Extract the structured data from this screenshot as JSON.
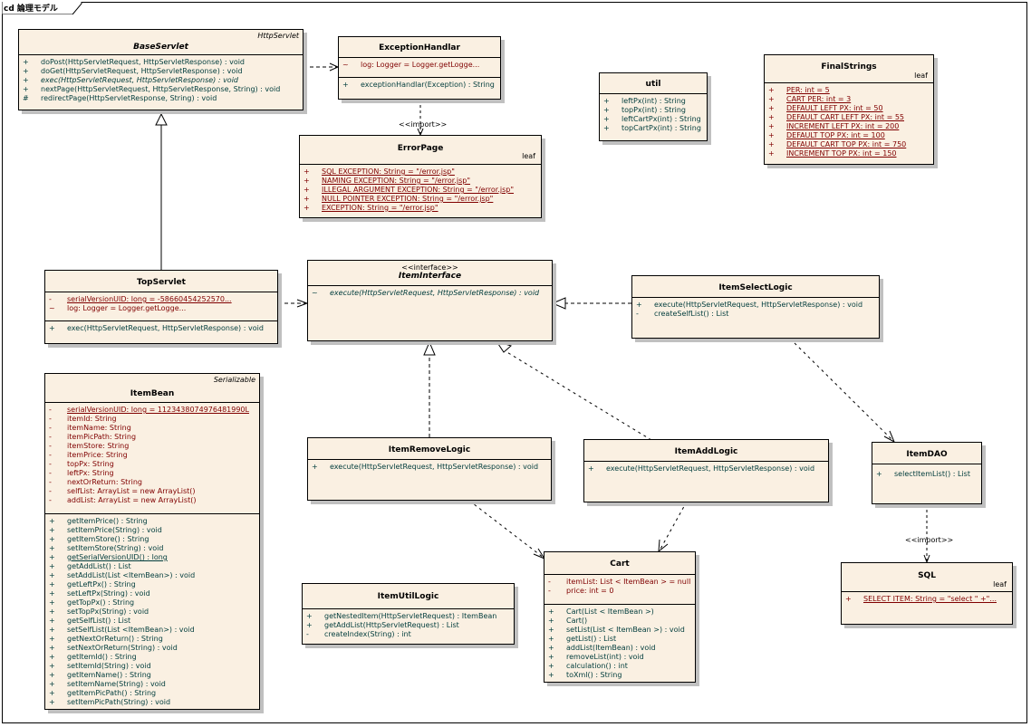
{
  "diagram": {
    "title": "cd 論理モデル",
    "classes": {
      "BaseServlet": {
        "name": "BaseServlet",
        "superclass": "HttpServlet",
        "abstract": true,
        "attributes": [],
        "operations": [
          {
            "vis": "+",
            "text": "doPost(HttpServletRequest, HttpServletResponse) : void"
          },
          {
            "vis": "+",
            "text": "doGet(HttpServletRequest, HttpServletResponse) : void"
          },
          {
            "vis": "+",
            "text": "exec(HttpServletRequest, HttpServletResponse) : void",
            "abstract": true
          },
          {
            "vis": "+",
            "text": "nextPage(HttpServletRequest, HttpServletResponse, String) : void"
          },
          {
            "vis": "#",
            "text": "redirectPage(HttpServletResponse, String) : void"
          }
        ]
      },
      "ExceptionHandlar": {
        "name": "ExceptionHandlar",
        "attributes": [
          {
            "vis": "~",
            "text": "log:  Logger = Logger.getLogge..."
          }
        ],
        "operations": [
          {
            "vis": "+",
            "text": "exceptionHandlar(Exception) : String"
          }
        ]
      },
      "ErrorPage": {
        "name": "ErrorPage",
        "leaf": "leaf",
        "attributes": [
          {
            "vis": "+",
            "text": "SQL EXCEPTION:  String = \"/error.jsp\"",
            "static": true
          },
          {
            "vis": "+",
            "text": "NAMING EXCEPTION:  String = \"/error.jsp\"",
            "static": true
          },
          {
            "vis": "+",
            "text": "ILLEGAL ARGUMENT EXCEPTION:  String = \"/error.jsp\"",
            "static": true
          },
          {
            "vis": "+",
            "text": "NULL POINTER EXCEPTION:  String = \"/error.jsp\"",
            "static": true
          },
          {
            "vis": "+",
            "text": "EXCEPTION:  String = \"/error.jsp\"",
            "static": true
          }
        ]
      },
      "util": {
        "name": "util",
        "operations": [
          {
            "vis": "+",
            "text": "leftPx(int) : String"
          },
          {
            "vis": "+",
            "text": "topPx(int) : String"
          },
          {
            "vis": "+",
            "text": "leftCartPx(int) : String"
          },
          {
            "vis": "+",
            "text": "topCartPx(int) : String"
          }
        ]
      },
      "FinalStrings": {
        "name": "FinalStrings",
        "leaf": "leaf",
        "attributes": [
          {
            "vis": "+",
            "text": "PER:  int = 5",
            "static": true
          },
          {
            "vis": "+",
            "text": "CART PER:  int = 3",
            "static": true
          },
          {
            "vis": "+",
            "text": "DEFAULT LEFT PX:  int = 50",
            "static": true
          },
          {
            "vis": "+",
            "text": "DEFAULT CART LEFT PX:  int = 55",
            "static": true
          },
          {
            "vis": "+",
            "text": "INCREMENT LEFT PX:  int = 200",
            "static": true
          },
          {
            "vis": "+",
            "text": "DEFAULT TOP PX:  int = 100",
            "static": true
          },
          {
            "vis": "+",
            "text": "DEFAULT CART TOP PX:  int = 750",
            "static": true
          },
          {
            "vis": "+",
            "text": "INCREMENT TOP PX:  int = 150",
            "static": true
          }
        ]
      },
      "TopServlet": {
        "name": "TopServlet",
        "attributes": [
          {
            "vis": "-",
            "text": "serialVersionUID:  long = -58660454252570...",
            "static": true
          },
          {
            "vis": "~",
            "text": "log:  Logger = Logger.getLogge..."
          }
        ],
        "operations": [
          {
            "vis": "+",
            "text": "exec(HttpServletRequest, HttpServletResponse) : void"
          }
        ]
      },
      "ItemInterface": {
        "name": "ItemInterface",
        "stereotype": "<<interface>>",
        "abstract": true,
        "operations": [
          {
            "vis": "~",
            "text": "execute(HttpServletRequest, HttpServletResponse) : void",
            "abstract": true
          }
        ]
      },
      "ItemSelectLogic": {
        "name": "ItemSelectLogic",
        "operations": [
          {
            "vis": "+",
            "text": "execute(HttpServletRequest, HttpServletResponse) : void"
          },
          {
            "vis": "-",
            "text": "createSelfList() : List"
          }
        ]
      },
      "ItemBean": {
        "name": "ItemBean",
        "superclass": "Serializable",
        "attributes": [
          {
            "vis": "-",
            "text": "serialVersionUID:  long = 1123438074976481990L",
            "static": true
          },
          {
            "vis": "-",
            "text": "itemId:  String"
          },
          {
            "vis": "-",
            "text": "itemName:  String"
          },
          {
            "vis": "-",
            "text": "itemPicPath:  String"
          },
          {
            "vis": "-",
            "text": "itemStore:  String"
          },
          {
            "vis": "-",
            "text": "itemPrice:  String"
          },
          {
            "vis": "-",
            "text": "topPx:  String"
          },
          {
            "vis": "-",
            "text": "leftPx:  String"
          },
          {
            "vis": "-",
            "text": "nextOrReturn:  String"
          },
          {
            "vis": "-",
            "text": "selfList:  ArrayList = new ArrayList()"
          },
          {
            "vis": "-",
            "text": "addList:  ArrayList = new ArrayList()"
          }
        ],
        "operations": [
          {
            "vis": "+",
            "text": "getItemPrice() : String"
          },
          {
            "vis": "+",
            "text": "setItemPrice(String) : void"
          },
          {
            "vis": "+",
            "text": "getItemStore() : String"
          },
          {
            "vis": "+",
            "text": "setItemStore(String) : void"
          },
          {
            "vis": "+",
            "text": "getSerialVersionUID() : long",
            "static": true
          },
          {
            "vis": "+",
            "text": "getAddList() : List"
          },
          {
            "vis": "+",
            "text": "setAddList(List <ItemBean>) : void"
          },
          {
            "vis": "+",
            "text": "getLeftPx() : String"
          },
          {
            "vis": "+",
            "text": "setLeftPx(String) : void"
          },
          {
            "vis": "+",
            "text": "getTopPx() : String"
          },
          {
            "vis": "+",
            "text": "setTopPx(String) : void"
          },
          {
            "vis": "+",
            "text": "getSelfList() : List"
          },
          {
            "vis": "+",
            "text": "setSelfList(List <ItemBean>) : void"
          },
          {
            "vis": "+",
            "text": "getNextOrReturn() : String"
          },
          {
            "vis": "+",
            "text": "setNextOrReturn(String) : void"
          },
          {
            "vis": "+",
            "text": "getItemId() : String"
          },
          {
            "vis": "+",
            "text": "setItemId(String) : void"
          },
          {
            "vis": "+",
            "text": "getItemName() : String"
          },
          {
            "vis": "+",
            "text": "setItemName(String) : void"
          },
          {
            "vis": "+",
            "text": "getItemPicPath() : String"
          },
          {
            "vis": "+",
            "text": "setItemPicPath(String) : void"
          }
        ]
      },
      "ItemRemoveLogic": {
        "name": "ItemRemoveLogic",
        "operations": [
          {
            "vis": "+",
            "text": "execute(HttpServletRequest, HttpServletResponse) : void"
          }
        ]
      },
      "ItemAddLogic": {
        "name": "ItemAddLogic",
        "operations": [
          {
            "vis": "+",
            "text": "execute(HttpServletRequest, HttpServletResponse) : void"
          }
        ]
      },
      "ItemDAO": {
        "name": "ItemDAO",
        "operations": [
          {
            "vis": "+",
            "text": "selectItemList() : List"
          }
        ]
      },
      "Cart": {
        "name": "Cart",
        "attributes": [
          {
            "vis": "-",
            "text": "itemList:  List < ItemBean > = null"
          },
          {
            "vis": "-",
            "text": "price:  int = 0"
          }
        ],
        "operations": [
          {
            "vis": "+",
            "text": "Cart(List < ItemBean >)"
          },
          {
            "vis": "+",
            "text": "Cart()"
          },
          {
            "vis": "+",
            "text": "setList(List < ItemBean >) : void"
          },
          {
            "vis": "+",
            "text": "getList() : List"
          },
          {
            "vis": "+",
            "text": "addList(ItemBean) : void"
          },
          {
            "vis": "+",
            "text": "removeList(int) : void"
          },
          {
            "vis": "+",
            "text": "calculation() : int"
          },
          {
            "vis": "+",
            "text": "toXml() : String"
          }
        ]
      },
      "ItemUtilLogic": {
        "name": "ItemUtilLogic",
        "operations": [
          {
            "vis": "+",
            "text": "getNestedItem(HttpServletRequest) : ItemBean"
          },
          {
            "vis": "+",
            "text": "getAddList(HttpServletRequest) : List"
          },
          {
            "vis": "-",
            "text": "createIndex(String) : int"
          }
        ]
      },
      "SQL": {
        "name": "SQL",
        "leaf": "leaf",
        "attributes": [
          {
            "vis": "+",
            "text": "SELECT ITEM:  String = \"select \" +\"...",
            "static": true
          }
        ]
      }
    },
    "relations": [
      {
        "from": "TopServlet",
        "to": "BaseServlet",
        "type": "generalization"
      },
      {
        "from": "BaseServlet",
        "to": "ExceptionHandlar",
        "type": "dependency"
      },
      {
        "from": "ExceptionHandlar",
        "to": "ErrorPage",
        "type": "dependency",
        "label": "<<import>>"
      },
      {
        "from": "TopServlet",
        "to": "ItemInterface",
        "type": "dependency"
      },
      {
        "from": "ItemSelectLogic",
        "to": "ItemInterface",
        "type": "realization"
      },
      {
        "from": "ItemRemoveLogic",
        "to": "ItemInterface",
        "type": "realization"
      },
      {
        "from": "ItemAddLogic",
        "to": "ItemInterface",
        "type": "realization"
      },
      {
        "from": "ItemSelectLogic",
        "to": "ItemDAO",
        "type": "dependency"
      },
      {
        "from": "ItemRemoveLogic",
        "to": "Cart",
        "type": "dependency"
      },
      {
        "from": "ItemAddLogic",
        "to": "Cart",
        "type": "dependency"
      },
      {
        "from": "ItemDAO",
        "to": "SQL",
        "type": "dependency",
        "label": "<<import>>"
      }
    ]
  }
}
